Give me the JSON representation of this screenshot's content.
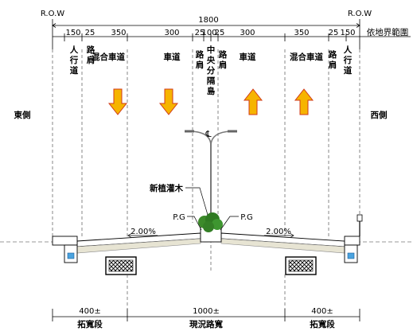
{
  "header": {
    "row_left": "R.O.W",
    "row_right": "R.O.W",
    "total_width": "1800",
    "boundary_note": "依地界範圍"
  },
  "segments": [
    {
      "dim": "150",
      "label": "人行道"
    },
    {
      "dim": "25",
      "label": "路肩"
    },
    {
      "dim": "350",
      "label": "混合車道"
    },
    {
      "dim": "300",
      "label": "車道"
    },
    {
      "dim": "25",
      "label": "路肩"
    },
    {
      "dim": "100",
      "label": "中央分隔島"
    },
    {
      "dim": "25",
      "label": "路肩"
    },
    {
      "dim": "300",
      "label": "車道"
    },
    {
      "dim": "350",
      "label": "混合車道"
    },
    {
      "dim": "25",
      "label": "路肩"
    },
    {
      "dim": "150",
      "label": "人行道"
    }
  ],
  "sides": {
    "east": "東側",
    "west": "西側"
  },
  "median": {
    "centerline_symbol": "℄",
    "shrub_label": "新植灌木",
    "pg_left": "P.G",
    "pg_right": "P.G"
  },
  "slopes": {
    "left": "2.00%",
    "right": "2.00%"
  },
  "bottom": {
    "left_dim": "400±",
    "left_label": "拓寬段",
    "center_dim": "1000±",
    "center_label": "現況路寬",
    "right_dim": "400±",
    "right_label": "拓寬段"
  },
  "traffic_arrows": [
    {
      "direction": "down",
      "color": "#f6b400"
    },
    {
      "direction": "down",
      "color": "#f6b400"
    },
    {
      "direction": "up",
      "color": "#f6b400"
    },
    {
      "direction": "up",
      "color": "#f6b400"
    }
  ]
}
